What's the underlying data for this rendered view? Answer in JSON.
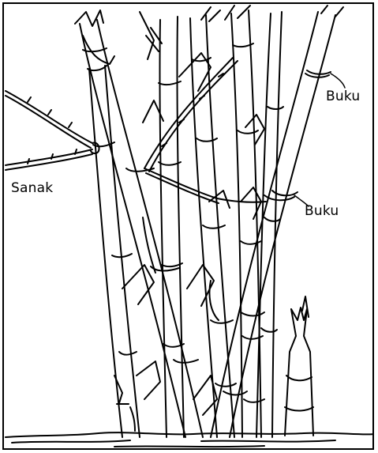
{
  "labels": {
    "buku_top": "Buku",
    "buku_middle": "Buku",
    "sanak": "Sanak"
  },
  "colors": {
    "line": "#000000",
    "background": "#ffffff"
  }
}
